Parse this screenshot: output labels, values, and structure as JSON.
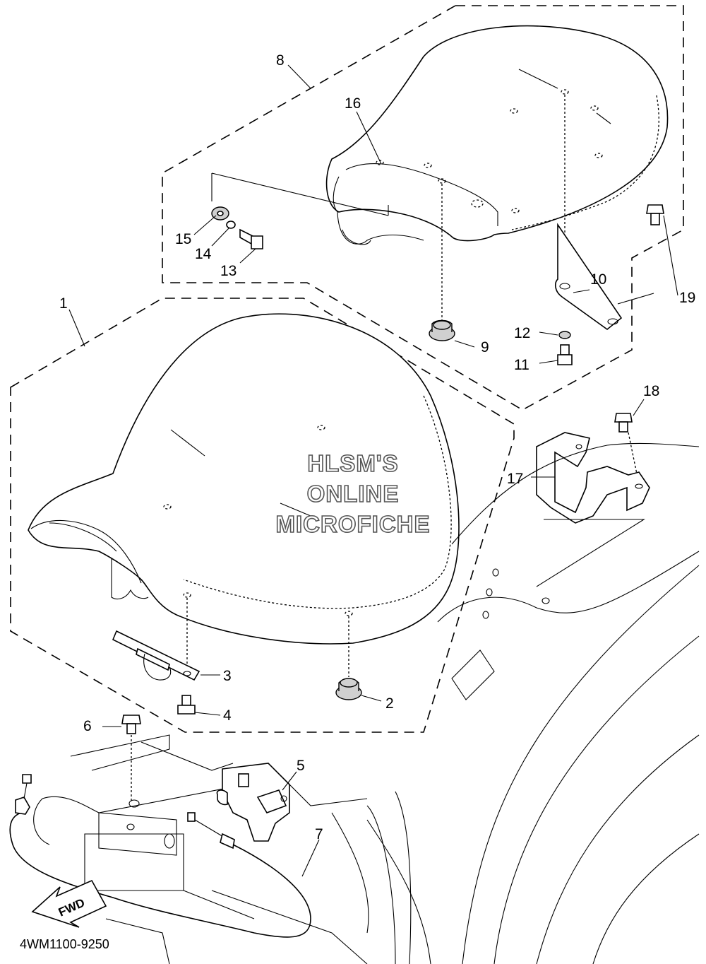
{
  "callouts": {
    "c1": "1",
    "c2": "2",
    "c3": "3",
    "c4": "4",
    "c5": "5",
    "c6": "6",
    "c7": "7",
    "c8": "8",
    "c9": "9",
    "c10": "10",
    "c11": "11",
    "c12": "12",
    "c13": "13",
    "c14": "14",
    "c15": "15",
    "c16": "16",
    "c17": "17",
    "c18": "18",
    "c19": "19"
  },
  "watermark": {
    "line1": "HLSM'S",
    "line2": "ONLINE",
    "line3": "MICROFICHE"
  },
  "fwd_label": "FWD",
  "diagram_code": "4WM1100-9250"
}
